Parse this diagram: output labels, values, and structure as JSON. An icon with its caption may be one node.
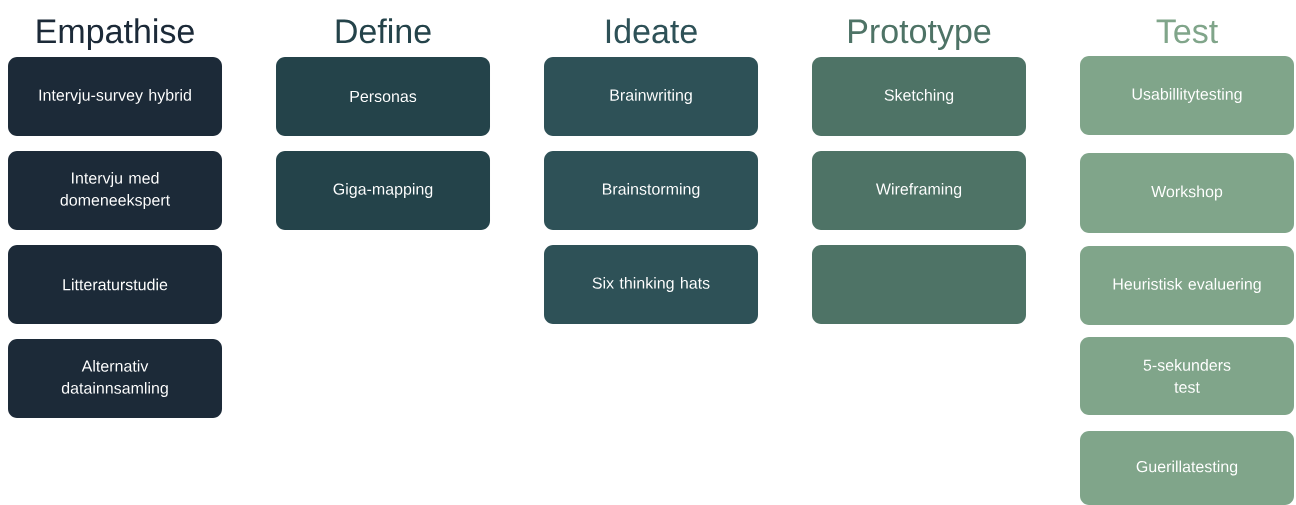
{
  "diagram": {
    "nodes": [
      {
        "text": [
          "Intervju-survey hybrid"
        ]
      },
      {
        "text": [
          "Intervju med domeneekspert"
        ]
      },
      {
        "text": [
          "Litteraturstudie"
        ]
      },
      {
        "text": [
          "Alternativ datainnsamling"
        ]
      },
      {
        "text": [
          "Personas"
        ]
      },
      {
        "text": [
          "Giga-mapping"
        ]
      },
      {
        "text": [
          "Brainwriting"
        ]
      },
      {
        "text": [
          "Brainstorming"
        ]
      },
      {
        "text": [
          "Six thinking hats"
        ]
      },
      {
        "text": [
          "Sketching"
        ]
      },
      {
        "text": [
          "Wireframing"
        ]
      },
      {
        "text": [],
        "shape": "box"
      },
      {
        "text": [
          "Usabillitytesting"
        ]
      },
      {
        "text": [
          "Workshop"
        ]
      },
      {
        "text": [
          "Heuristisk evaluering"
        ]
      },
      {
        "text": [
          "5-sekunders test"
        ]
      },
      {
        "text": [
          "Guerillatesting"
        ]
      }
    ],
    "labels": [
      "Empathise",
      "Define",
      "Ideate",
      "Prototype",
      "Test"
    ]
  }
}
